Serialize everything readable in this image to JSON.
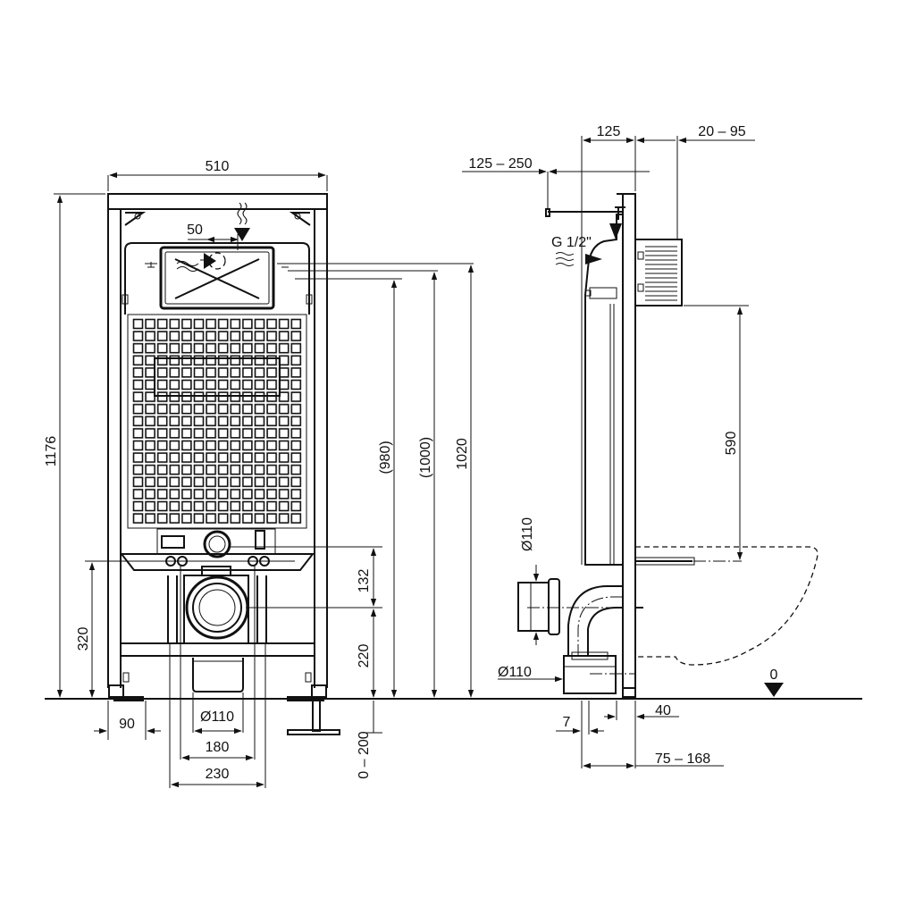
{
  "front_view": {
    "width": "510",
    "total_height": "1176",
    "flush_offset": "50",
    "height_980": "(980)",
    "height_1000": "(1000)",
    "height_1020": "1020",
    "pipe_offset": "132",
    "pipe_height": "220",
    "foot_adjust": "0 – 200",
    "support_height": "320",
    "foot_width": "90",
    "drain_diameter": "Ø110",
    "bolt_spacing": "180",
    "frame_spacing": "230"
  },
  "side_view": {
    "depth_125": "125",
    "range_20_95": "20 – 95",
    "range_125_250": "125 – 250",
    "supply_thread": "G 1/2\"",
    "height_590": "590",
    "drain_diameter_vertical": "Ø110",
    "drain_diameter_bottom": "Ø110",
    "offset_7": "7",
    "offset_40": "40",
    "range_75_168": "75 – 168",
    "floor_level": "0"
  }
}
